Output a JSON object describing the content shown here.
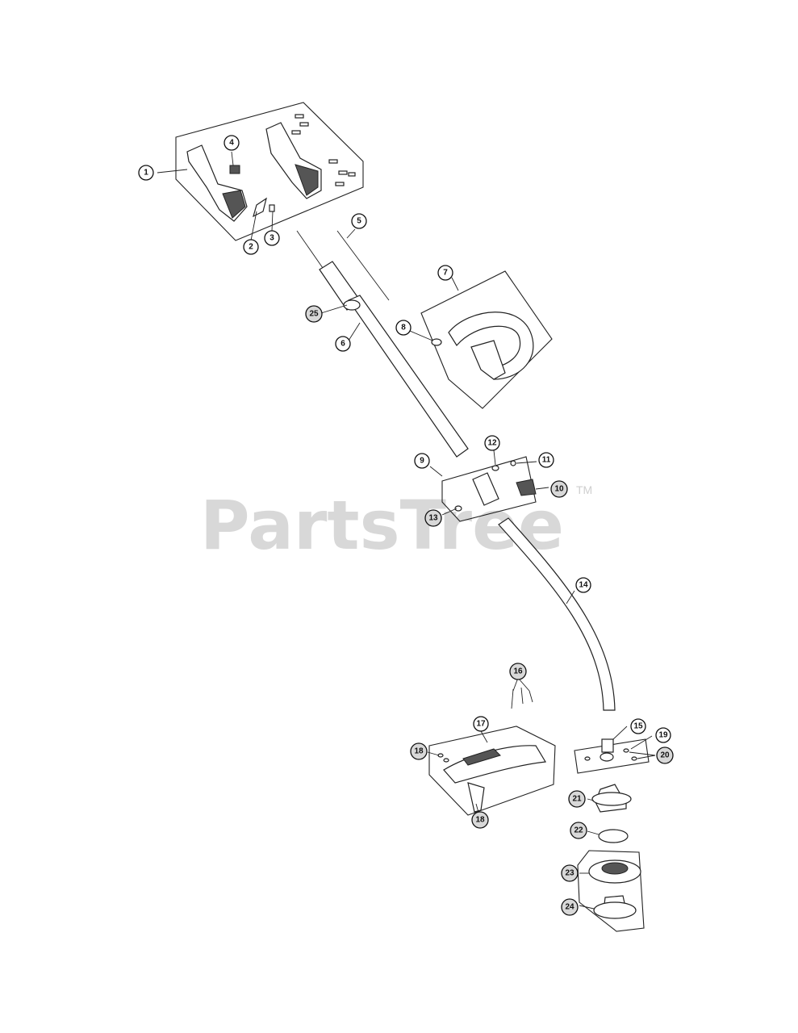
{
  "watermark": {
    "text": "PartsTree",
    "trademark": "TM"
  },
  "callouts": {
    "p1": "1",
    "p2": "2",
    "p3": "3",
    "p4": "4",
    "p5": "5",
    "p6": "6",
    "p7": "7",
    "p8": "8",
    "p9": "9",
    "p10": "10",
    "p11": "11",
    "p12": "12",
    "p13": "13",
    "p14": "14",
    "p15": "15",
    "p16": "16",
    "p17": "17",
    "p18a": "18",
    "p18b": "18",
    "p19": "19",
    "p20": "20",
    "p21": "21",
    "p22": "22",
    "p23": "23",
    "p24": "24",
    "p25": "25"
  }
}
